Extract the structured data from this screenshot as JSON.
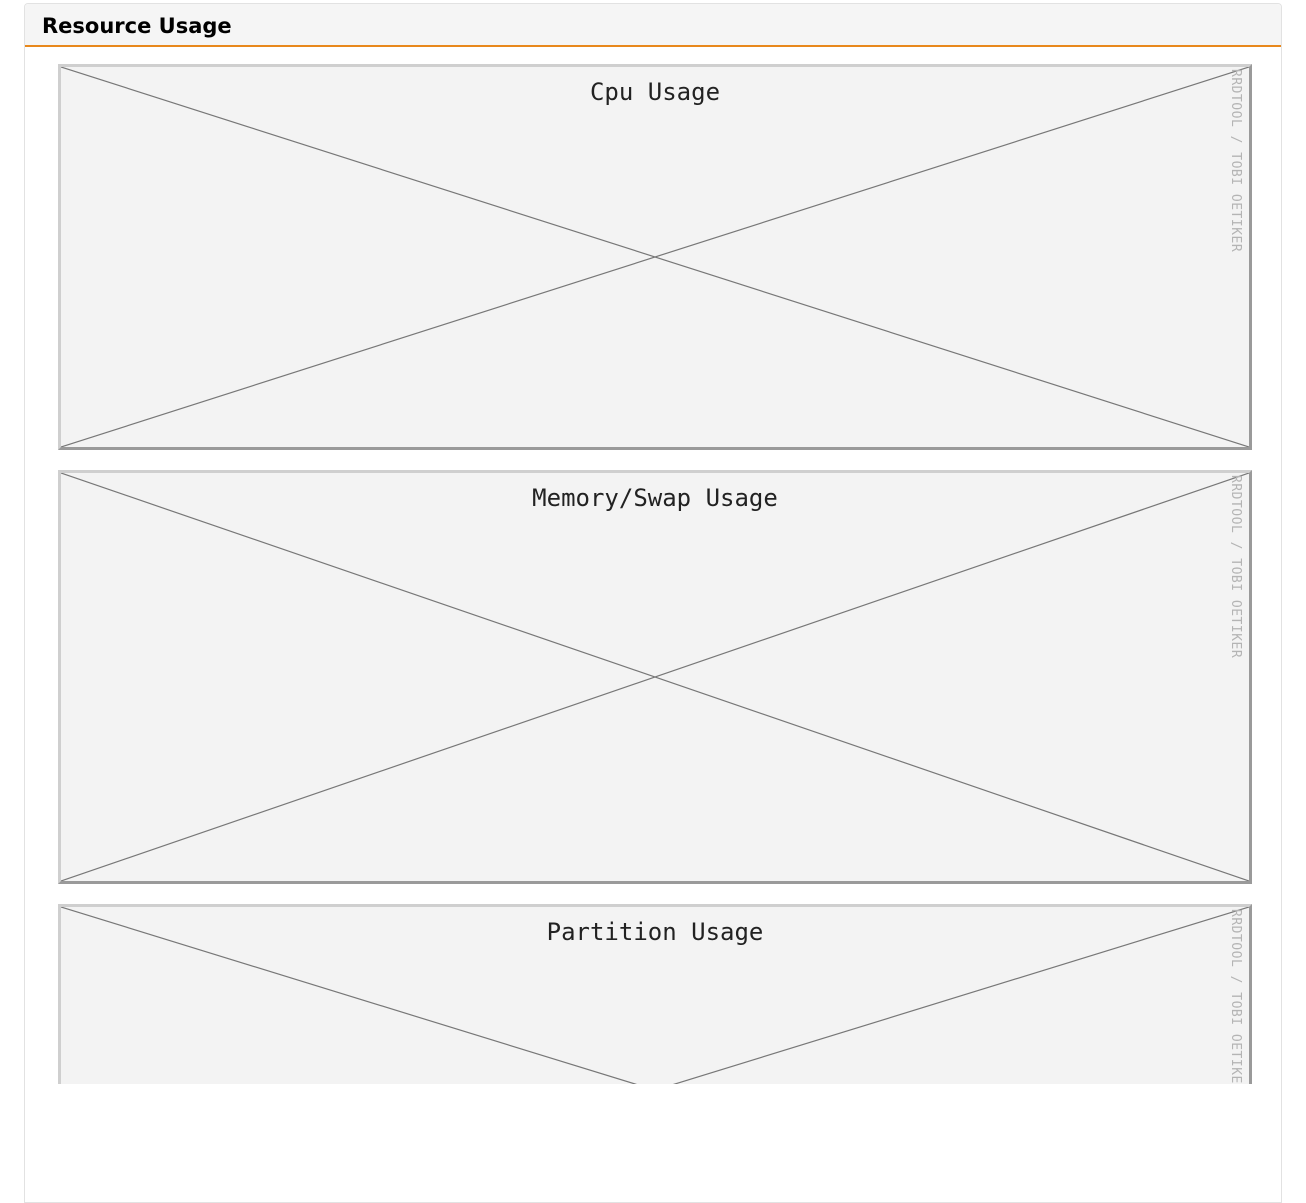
{
  "panel": {
    "title": "Resource Usage"
  },
  "graphs": [
    {
      "title": "Cpu Usage",
      "watermark": "RRDTOOL / TOBI OETIKER"
    },
    {
      "title": "Memory/Swap Usage",
      "watermark": "RRDTOOL / TOBI OETIKER"
    },
    {
      "title": "Partition Usage",
      "watermark": "RRDTOOL / TOBI OETIKER"
    }
  ],
  "colors": {
    "header_accent": "#e8881c",
    "graph_background": "#f3f3f3",
    "cross_lines": "#777777"
  }
}
